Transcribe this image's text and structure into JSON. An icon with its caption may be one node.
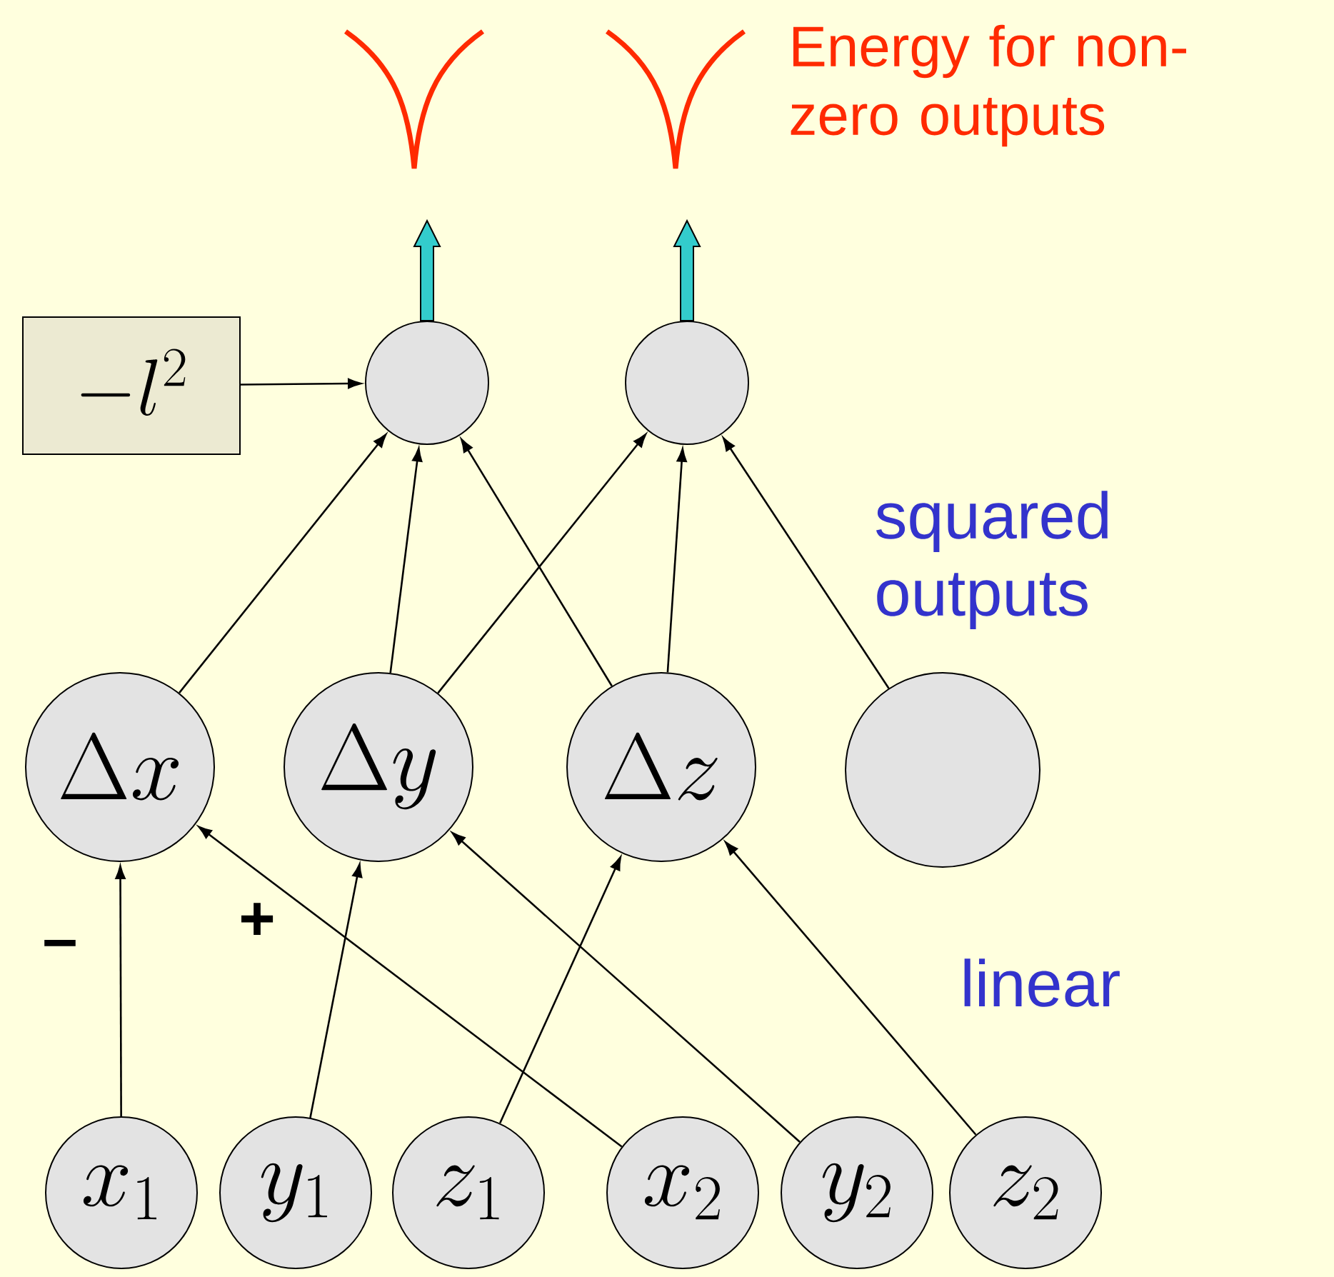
{
  "diagram": {
    "nodes": [
      {
        "text": [
          "-l^2"
        ]
      },
      {
        "text": [],
        "shape": "circle"
      },
      {
        "text": [],
        "shape": "circle"
      },
      {
        "text": [
          "\\Delta x"
        ]
      },
      {
        "text": [
          "\\Delta y"
        ]
      },
      {
        "text": [
          "\\Delta z"
        ]
      },
      {
        "text": [],
        "shape": "circle"
      },
      {
        "text": [
          "x_1"
        ]
      },
      {
        "text": [
          "y_1"
        ]
      },
      {
        "text": [
          "z_1"
        ]
      },
      {
        "text": [
          "x_2"
        ]
      },
      {
        "text": [
          "y_2"
        ]
      },
      {
        "text": [
          "z_2"
        ]
      }
    ],
    "edges": [
      {
        "from": 0,
        "to": 1,
        "arrow": "to"
      },
      {
        "from": 3,
        "to": 1,
        "arrow": "to"
      },
      {
        "from": 4,
        "to": 1,
        "arrow": "to"
      },
      {
        "from": 5,
        "to": 1,
        "arrow": "to"
      },
      {
        "from": 4,
        "to": 2,
        "arrow": "to"
      },
      {
        "from": 5,
        "to": 2,
        "arrow": "to"
      },
      {
        "from": 6,
        "to": 2,
        "arrow": "to"
      },
      {
        "from": 7,
        "to": 3,
        "arrow": "to",
        "label": "–"
      },
      {
        "from": 10,
        "to": 3,
        "arrow": "to",
        "label": "+"
      },
      {
        "from": 8,
        "to": 4,
        "arrow": "to"
      },
      {
        "from": 11,
        "to": 4,
        "arrow": "to"
      },
      {
        "from": 9,
        "to": 5,
        "arrow": "to"
      },
      {
        "from": 12,
        "to": 5,
        "arrow": "to"
      },
      {
        "from": 1,
        "to": null,
        "arrow": "to",
        "style": "thick",
        "color": "#33cccc"
      },
      {
        "from": 2,
        "to": null,
        "arrow": "to",
        "style": "thick",
        "color": "#33cccc"
      }
    ],
    "labels": [
      "Energy for non-zero outputs",
      "squared outputs",
      "linear"
    ]
  }
}
